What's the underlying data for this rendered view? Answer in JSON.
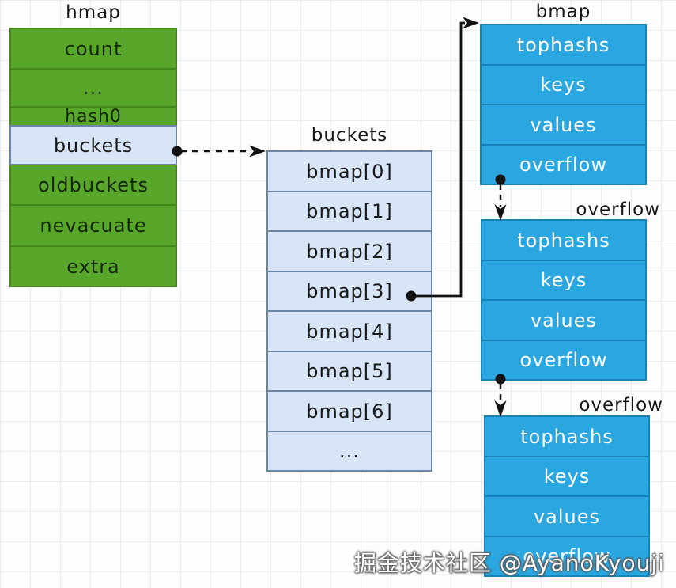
{
  "colors": {
    "green_fill": "#58a62a",
    "green_border": "#44861a",
    "lightblue_fill": "#d7e5f7",
    "lightblue_border": "#6b84a8",
    "blue_fill": "#2aa7e0",
    "blue_border": "#1583b8",
    "arrow_color": "#111111",
    "text_dark": "#1a1a1a",
    "text_light": "#ffffff"
  },
  "hmap": {
    "title": "hmap",
    "rows": [
      {
        "label": "count"
      },
      {
        "label": "..."
      },
      {
        "label": "hash0"
      },
      {
        "label": "buckets"
      },
      {
        "label": "oldbuckets"
      },
      {
        "label": "nevacuate"
      },
      {
        "label": "extra"
      }
    ]
  },
  "buckets": {
    "title": "buckets",
    "rows": [
      "bmap[0]",
      "bmap[1]",
      "bmap[2]",
      "bmap[3]",
      "bmap[4]",
      "bmap[5]",
      "bmap[6]",
      "..."
    ]
  },
  "bmap": {
    "title": "bmap",
    "rows": [
      "tophashs",
      "keys",
      "values",
      "overflow"
    ]
  },
  "overflow1": {
    "title": "overflow",
    "rows": [
      "tophashs",
      "keys",
      "values",
      "overflow"
    ]
  },
  "overflow2": {
    "title": "overflow",
    "rows": [
      "tophashs",
      "keys",
      "values",
      "overflow"
    ]
  },
  "watermark": "掘金技术社区 @AyanoKyouji"
}
